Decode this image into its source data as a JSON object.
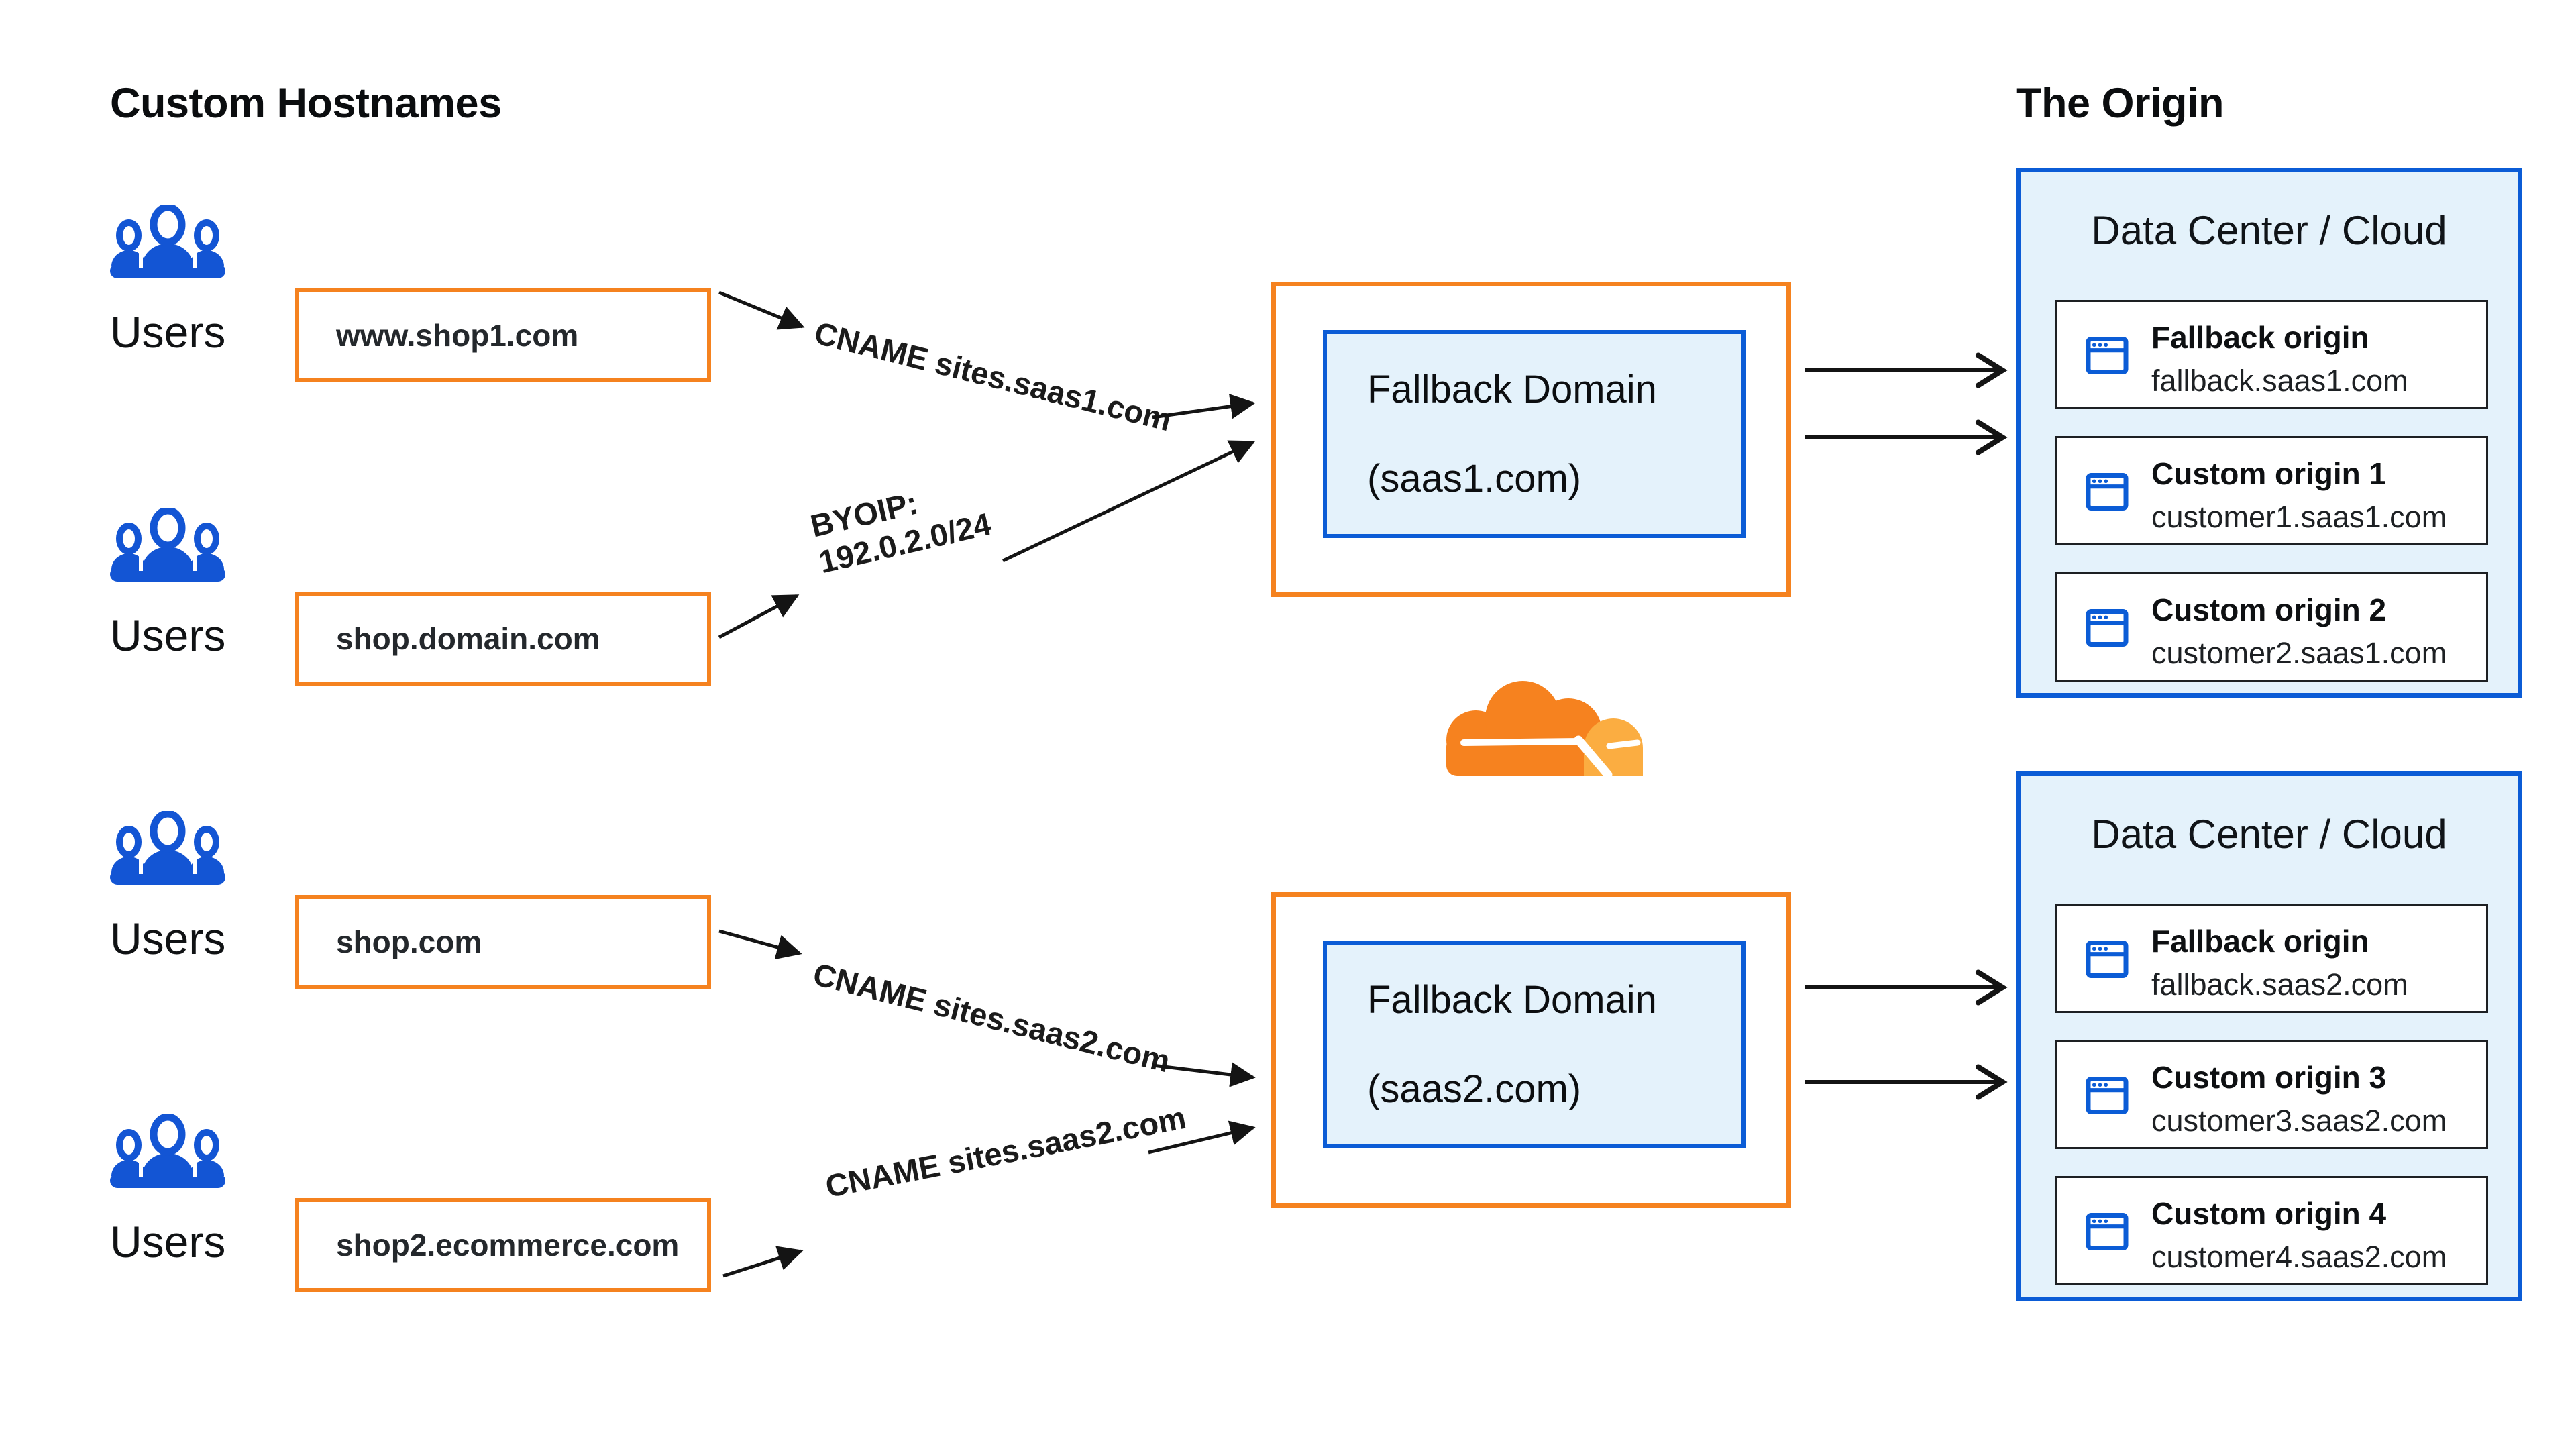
{
  "titles": {
    "left": "Custom Hostnames",
    "right": "The Origin"
  },
  "user_groups": [
    {
      "label": "Users",
      "hostname": "www.shop1.com"
    },
    {
      "label": "Users",
      "hostname": "shop.domain.com"
    },
    {
      "label": "Users",
      "hostname": "shop.com"
    },
    {
      "label": "Users",
      "hostname": "shop2.ecommerce.com"
    }
  ],
  "connections": {
    "cname_saas1": "CNAME sites.saas1.com",
    "byoip_line1": "BYOIP:",
    "byoip_line2": "192.0.2.0/24",
    "cname_saas2_a": "CNAME sites.saas2.com",
    "cname_saas2_b": "CNAME sites.saas2.com"
  },
  "fallback_domains": [
    {
      "line1": "Fallback Domain",
      "line2": "(saas1.com)"
    },
    {
      "line1": "Fallback Domain",
      "line2": "(saas2.com)"
    }
  ],
  "data_centers": [
    {
      "title": "Data Center / Cloud",
      "origins": [
        {
          "name": "Fallback origin",
          "host": "fallback.saas1.com"
        },
        {
          "name": "Custom origin 1",
          "host": "customer1.saas1.com"
        },
        {
          "name": "Custom origin 2",
          "host": "customer2.saas1.com"
        }
      ]
    },
    {
      "title": "Data Center / Cloud",
      "origins": [
        {
          "name": "Fallback origin",
          "host": "fallback.saas2.com"
        },
        {
          "name": "Custom origin 3",
          "host": "customer3.saas2.com"
        },
        {
          "name": "Custom origin 4",
          "host": "customer4.saas2.com"
        }
      ]
    }
  ],
  "icons": {
    "users": "users-group-icon",
    "origin": "browser-window-icon",
    "logo": "cloudflare-logo"
  },
  "colors": {
    "orange": "#f5821f",
    "blue": "#0b5cd6",
    "light_blue_fill": "#e4f2fb",
    "users_icon_blue": "#1355d4",
    "cloudflare_orange": "#f6821f",
    "cloudflare_light_orange": "#fbad41",
    "arrow": "#141414",
    "text_dark": "#17191c"
  }
}
